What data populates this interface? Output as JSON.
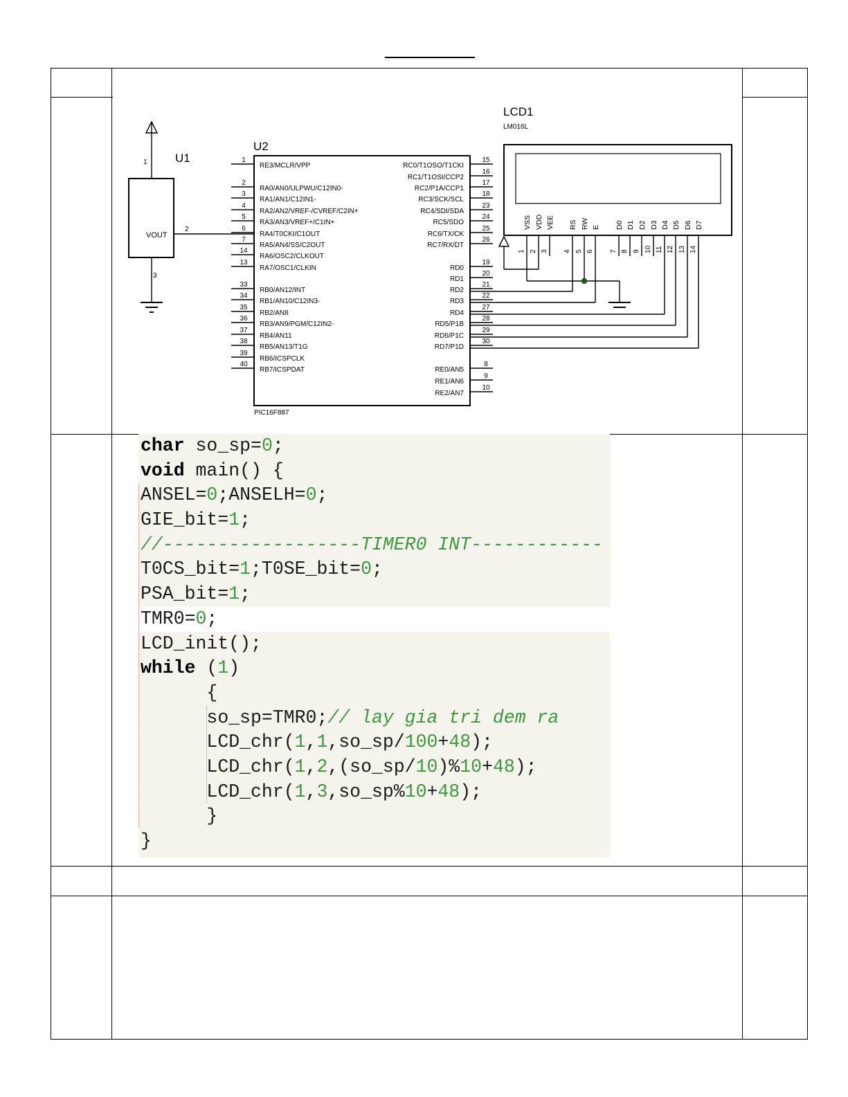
{
  "schematic": {
    "u1": {
      "ref": "U1",
      "vout": "VOUT",
      "pin1": "1",
      "pin2": "2",
      "pin3": "3"
    },
    "u2": {
      "ref": "U2",
      "part": "PIC16F887",
      "left_pins": [
        {
          "num": "1",
          "name": "RE3/MCLR/VPP"
        },
        {
          "num": "2",
          "name": "RA0/AN0/ULPWU/C12IN0-"
        },
        {
          "num": "3",
          "name": "RA1/AN1/C12IN1-"
        },
        {
          "num": "4",
          "name": "RA2/AN2/VREF-/CVREF/C2IN+"
        },
        {
          "num": "5",
          "name": "RA3/AN3/VREF+/C1IN+"
        },
        {
          "num": "6",
          "name": "RA4/T0CKI/C1OUT"
        },
        {
          "num": "7",
          "name": "RA5/AN4/SS/C2OUT"
        },
        {
          "num": "14",
          "name": "RA6/OSC2/CLKOUT"
        },
        {
          "num": "13",
          "name": "RA7/OSC1/CLKIN"
        },
        {
          "num": "33",
          "name": "RB0/AN12/INT"
        },
        {
          "num": "34",
          "name": "RB1/AN10/C12IN3-"
        },
        {
          "num": "35",
          "name": "RB2/AN8"
        },
        {
          "num": "36",
          "name": "RB3/AN9/PGM/C12IN2-"
        },
        {
          "num": "37",
          "name": "RB4/AN11"
        },
        {
          "num": "38",
          "name": "RB5/AN13/T1G"
        },
        {
          "num": "39",
          "name": "RB6/ICSPCLK"
        },
        {
          "num": "40",
          "name": "RB7/ICSPDAT"
        }
      ],
      "right_pins": [
        {
          "num": "15",
          "name": "RC0/T1OSO/T1CKI"
        },
        {
          "num": "16",
          "name": "RC1/T1OSI/CCP2"
        },
        {
          "num": "17",
          "name": "RC2/P1A/CCP1"
        },
        {
          "num": "18",
          "name": "RC3/SCK/SCL"
        },
        {
          "num": "23",
          "name": "RC4/SDI/SDA"
        },
        {
          "num": "24",
          "name": "RC5/SDO"
        },
        {
          "num": "25",
          "name": "RC6/TX/CK"
        },
        {
          "num": "26",
          "name": "RC7/RX/DT"
        },
        {
          "num": "19",
          "name": "RD0"
        },
        {
          "num": "20",
          "name": "RD1"
        },
        {
          "num": "21",
          "name": "RD2"
        },
        {
          "num": "22",
          "name": "RD3"
        },
        {
          "num": "27",
          "name": "RD4"
        },
        {
          "num": "28",
          "name": "RD5/P1B"
        },
        {
          "num": "29",
          "name": "RD6/P1C"
        },
        {
          "num": "30",
          "name": "RD7/P1D"
        },
        {
          "num": "8",
          "name": "RE0/AN5"
        },
        {
          "num": "9",
          "name": "RE1/AN6"
        },
        {
          "num": "10",
          "name": "RE2/AN7"
        }
      ]
    },
    "lcd": {
      "ref": "LCD1",
      "part": "LM016L",
      "pins": [
        {
          "num": "1",
          "name": "VSS"
        },
        {
          "num": "2",
          "name": "VDD"
        },
        {
          "num": "3",
          "name": "VEE"
        },
        {
          "num": "4",
          "name": "RS"
        },
        {
          "num": "5",
          "name": "RW"
        },
        {
          "num": "6",
          "name": "E"
        },
        {
          "num": "7",
          "name": "D0"
        },
        {
          "num": "8",
          "name": "D1"
        },
        {
          "num": "9",
          "name": "D2"
        },
        {
          "num": "10",
          "name": "D3"
        },
        {
          "num": "11",
          "name": "D4"
        },
        {
          "num": "12",
          "name": "D5"
        },
        {
          "num": "13",
          "name": "D6"
        },
        {
          "num": "14",
          "name": "D7"
        }
      ]
    }
  },
  "code": {
    "lines": [
      [
        {
          "t": "kw",
          "v": "char"
        },
        {
          "t": "p",
          "v": " so_sp="
        },
        {
          "t": "num",
          "v": "0"
        },
        {
          "t": "p",
          "v": ";"
        }
      ],
      [
        {
          "t": "kw",
          "v": "void"
        },
        {
          "t": "p",
          "v": " main() {"
        }
      ],
      [
        {
          "t": "p",
          "v": "ANSEL="
        },
        {
          "t": "num",
          "v": "0"
        },
        {
          "t": "p",
          "v": ";ANSELH="
        },
        {
          "t": "num",
          "v": "0"
        },
        {
          "t": "p",
          "v": ";"
        }
      ],
      [
        {
          "t": "p",
          "v": "GIE_bit="
        },
        {
          "t": "num",
          "v": "1"
        },
        {
          "t": "p",
          "v": ";"
        }
      ],
      [
        {
          "t": "cm",
          "v": "//------------------TIMER0 INT------------"
        }
      ],
      [
        {
          "t": "p",
          "v": "T0CS_bit="
        },
        {
          "t": "num",
          "v": "1"
        },
        {
          "t": "p",
          "v": ";T0SE_bit="
        },
        {
          "t": "num",
          "v": "0"
        },
        {
          "t": "p",
          "v": ";"
        }
      ],
      [
        {
          "t": "p",
          "v": "PSA_bit="
        },
        {
          "t": "num",
          "v": "1"
        },
        {
          "t": "p",
          "v": ";"
        }
      ],
      [
        {
          "t": "p",
          "v": "TMR0="
        },
        {
          "t": "num",
          "v": "0"
        },
        {
          "t": "p",
          "v": ";"
        }
      ],
      [
        {
          "t": "p",
          "v": "LCD_init();"
        }
      ],
      [
        {
          "t": "kw",
          "v": "while"
        },
        {
          "t": "p",
          "v": " ("
        },
        {
          "t": "num",
          "v": "1"
        },
        {
          "t": "p",
          "v": ")"
        }
      ],
      [
        {
          "t": "p",
          "v": "      {"
        }
      ],
      [
        {
          "t": "p",
          "v": "      so_sp=TMR0;"
        },
        {
          "t": "cm",
          "v": "// lay gia tri dem ra"
        }
      ],
      [
        {
          "t": "p",
          "v": "      LCD_chr("
        },
        {
          "t": "num",
          "v": "1"
        },
        {
          "t": "p",
          "v": ","
        },
        {
          "t": "num",
          "v": "1"
        },
        {
          "t": "p",
          "v": ",so_sp/"
        },
        {
          "t": "num",
          "v": "100"
        },
        {
          "t": "p",
          "v": "+"
        },
        {
          "t": "num",
          "v": "48"
        },
        {
          "t": "p",
          "v": ");"
        }
      ],
      [
        {
          "t": "p",
          "v": "      LCD_chr("
        },
        {
          "t": "num",
          "v": "1"
        },
        {
          "t": "p",
          "v": ","
        },
        {
          "t": "num",
          "v": "2"
        },
        {
          "t": "p",
          "v": ",(so_sp/"
        },
        {
          "t": "num",
          "v": "10"
        },
        {
          "t": "p",
          "v": ")%"
        },
        {
          "t": "num",
          "v": "10"
        },
        {
          "t": "p",
          "v": "+"
        },
        {
          "t": "num",
          "v": "48"
        },
        {
          "t": "p",
          "v": ");"
        }
      ],
      [
        {
          "t": "p",
          "v": "      LCD_chr("
        },
        {
          "t": "num",
          "v": "1"
        },
        {
          "t": "p",
          "v": ","
        },
        {
          "t": "num",
          "v": "3"
        },
        {
          "t": "p",
          "v": ",so_sp%"
        },
        {
          "t": "num",
          "v": "10"
        },
        {
          "t": "p",
          "v": "+"
        },
        {
          "t": "num",
          "v": "48"
        },
        {
          "t": "p",
          "v": ");"
        }
      ],
      [
        {
          "t": "p",
          "v": "      }"
        }
      ],
      [
        {
          "t": "p",
          "v": "}"
        }
      ]
    ]
  }
}
